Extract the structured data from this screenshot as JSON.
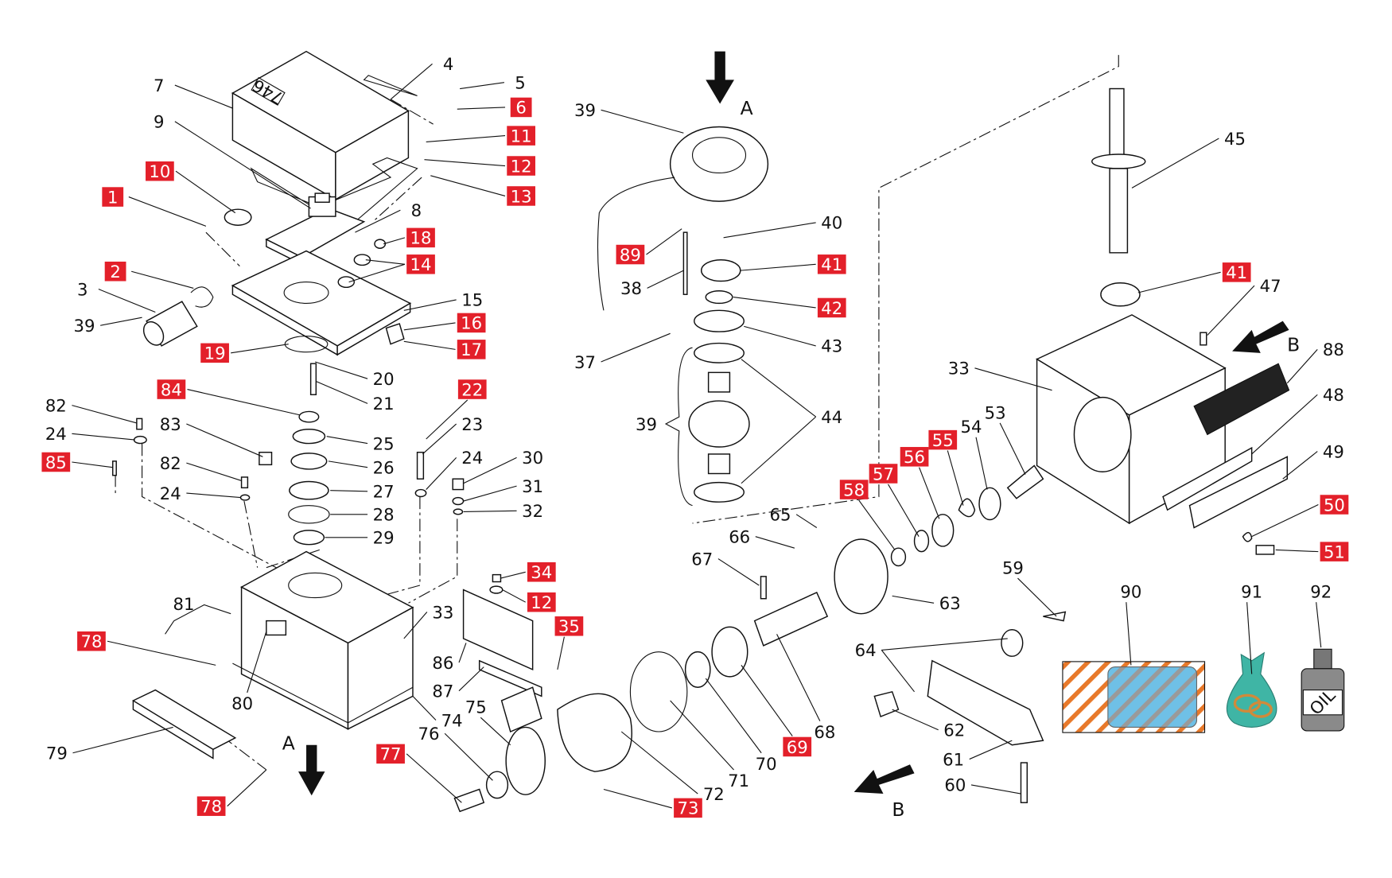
{
  "diagram": {
    "colors": {
      "highlight_tag": "#e3202a",
      "line": "#111111",
      "kit_orange": "#e8792a",
      "kit_blue": "#6fc0e6",
      "bag_teal": "#3fb5a5",
      "bottle_grey": "#8a8a8a"
    },
    "cover_marking": "746",
    "oil_label": "OIL",
    "view_letters": [
      "A",
      "A",
      "B",
      "B"
    ],
    "callouts": [
      {
        "n": "4",
        "highlighted": false
      },
      {
        "n": "5",
        "highlighted": false
      },
      {
        "n": "6",
        "highlighted": true
      },
      {
        "n": "7",
        "highlighted": false
      },
      {
        "n": "9",
        "highlighted": false
      },
      {
        "n": "11",
        "highlighted": true
      },
      {
        "n": "12",
        "highlighted": true
      },
      {
        "n": "13",
        "highlighted": true
      },
      {
        "n": "10",
        "highlighted": true
      },
      {
        "n": "1",
        "highlighted": true
      },
      {
        "n": "8",
        "highlighted": false
      },
      {
        "n": "18",
        "highlighted": true
      },
      {
        "n": "14",
        "highlighted": true
      },
      {
        "n": "2",
        "highlighted": true
      },
      {
        "n": "3",
        "highlighted": false
      },
      {
        "n": "39",
        "highlighted": false
      },
      {
        "n": "15",
        "highlighted": false
      },
      {
        "n": "16",
        "highlighted": true
      },
      {
        "n": "17",
        "highlighted": true
      },
      {
        "n": "19",
        "highlighted": true
      },
      {
        "n": "20",
        "highlighted": false
      },
      {
        "n": "21",
        "highlighted": false
      },
      {
        "n": "84",
        "highlighted": true
      },
      {
        "n": "22",
        "highlighted": true
      },
      {
        "n": "23",
        "highlighted": false
      },
      {
        "n": "25",
        "highlighted": false
      },
      {
        "n": "26",
        "highlighted": false
      },
      {
        "n": "27",
        "highlighted": false
      },
      {
        "n": "28",
        "highlighted": false
      },
      {
        "n": "29",
        "highlighted": false
      },
      {
        "n": "24",
        "highlighted": false
      },
      {
        "n": "30",
        "highlighted": false
      },
      {
        "n": "31",
        "highlighted": false
      },
      {
        "n": "32",
        "highlighted": false
      },
      {
        "n": "82",
        "highlighted": false
      },
      {
        "n": "24",
        "highlighted": false
      },
      {
        "n": "85",
        "highlighted": true
      },
      {
        "n": "83",
        "highlighted": false
      },
      {
        "n": "82",
        "highlighted": false
      },
      {
        "n": "24",
        "highlighted": false
      },
      {
        "n": "34",
        "highlighted": true
      },
      {
        "n": "12",
        "highlighted": true
      },
      {
        "n": "35",
        "highlighted": true
      },
      {
        "n": "33",
        "highlighted": false
      },
      {
        "n": "81",
        "highlighted": false
      },
      {
        "n": "78",
        "highlighted": true
      },
      {
        "n": "80",
        "highlighted": false
      },
      {
        "n": "86",
        "highlighted": false
      },
      {
        "n": "87",
        "highlighted": false
      },
      {
        "n": "74",
        "highlighted": false
      },
      {
        "n": "79",
        "highlighted": false
      },
      {
        "n": "78",
        "highlighted": true
      },
      {
        "n": "77",
        "highlighted": true
      },
      {
        "n": "76",
        "highlighted": false
      },
      {
        "n": "75",
        "highlighted": false
      },
      {
        "n": "73",
        "highlighted": true
      },
      {
        "n": "72",
        "highlighted": false
      },
      {
        "n": "71",
        "highlighted": false
      },
      {
        "n": "70",
        "highlighted": false
      },
      {
        "n": "69",
        "highlighted": true
      },
      {
        "n": "68",
        "highlighted": false
      },
      {
        "n": "67",
        "highlighted": false
      },
      {
        "n": "66",
        "highlighted": false
      },
      {
        "n": "65",
        "highlighted": false
      },
      {
        "n": "63",
        "highlighted": false
      },
      {
        "n": "64",
        "highlighted": false
      },
      {
        "n": "62",
        "highlighted": false
      },
      {
        "n": "61",
        "highlighted": false
      },
      {
        "n": "60",
        "highlighted": false
      },
      {
        "n": "59",
        "highlighted": false
      },
      {
        "n": "58",
        "highlighted": true
      },
      {
        "n": "57",
        "highlighted": true
      },
      {
        "n": "56",
        "highlighted": true
      },
      {
        "n": "55",
        "highlighted": true
      },
      {
        "n": "54",
        "highlighted": false
      },
      {
        "n": "53",
        "highlighted": false
      },
      {
        "n": "39",
        "highlighted": false
      },
      {
        "n": "40",
        "highlighted": false
      },
      {
        "n": "41",
        "highlighted": true
      },
      {
        "n": "89",
        "highlighted": true
      },
      {
        "n": "38",
        "highlighted": false
      },
      {
        "n": "42",
        "highlighted": true
      },
      {
        "n": "43",
        "highlighted": false
      },
      {
        "n": "37",
        "highlighted": false
      },
      {
        "n": "39",
        "highlighted": false
      },
      {
        "n": "44",
        "highlighted": false
      },
      {
        "n": "45",
        "highlighted": false
      },
      {
        "n": "41",
        "highlighted": true
      },
      {
        "n": "47",
        "highlighted": false
      },
      {
        "n": "33",
        "highlighted": false
      },
      {
        "n": "88",
        "highlighted": false
      },
      {
        "n": "48",
        "highlighted": false
      },
      {
        "n": "49",
        "highlighted": false
      },
      {
        "n": "50",
        "highlighted": true
      },
      {
        "n": "51",
        "highlighted": true
      },
      {
        "n": "90",
        "highlighted": false
      },
      {
        "n": "91",
        "highlighted": false
      },
      {
        "n": "92",
        "highlighted": false
      }
    ]
  }
}
